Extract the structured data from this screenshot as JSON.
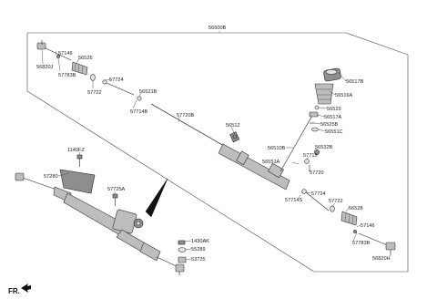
{
  "diagram": {
    "assembly_ref": "56500B",
    "front_label": "FR.",
    "labels": {
      "p57146_l": "57146",
      "p56526": "56526",
      "p56820J": "56820J",
      "p57783B_l": "57783B",
      "p57724_l": "57724",
      "p57722_l": "57722",
      "p56521B": "56521B",
      "p57714B": "57714B",
      "p57720B": "57720B",
      "p56512": "56512",
      "p56517B": "56517B",
      "p56516A": "56516A",
      "p56529": "56529",
      "p56517A": "56517A",
      "p56525B": "56525B",
      "p56551C": "56551C",
      "p56510B": "56510B",
      "p56532B": "56532B",
      "p57715": "57715",
      "p56551A": "56551A",
      "p57720": "57720",
      "p57714S": "57714S",
      "p57724_r": "57724",
      "p57722_r": "57722",
      "p56528": "56528",
      "p57146_r": "57146",
      "p57783B_r": "57783B",
      "p56820H": "56820H",
      "p1140FZ": "1140FZ",
      "p57280": "57280",
      "p57725A": "57725A",
      "p1430AK": "1430AK",
      "p55289": "55289",
      "p53725": "53725"
    }
  }
}
